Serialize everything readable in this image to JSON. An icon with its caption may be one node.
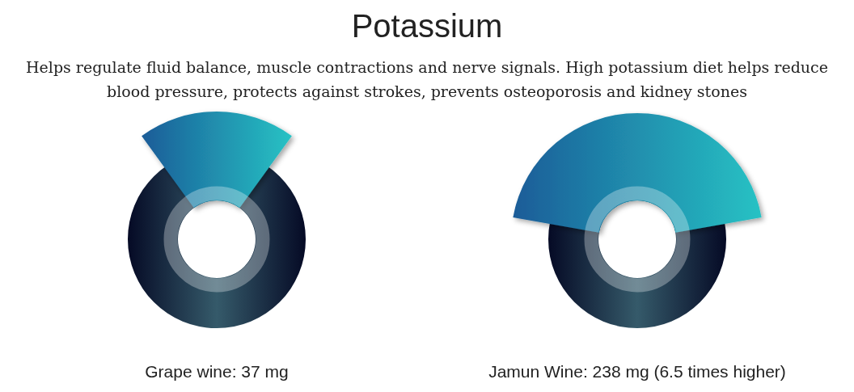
{
  "diagram": {
    "title": "Potassium",
    "labels": [
      "Helps regulate fluid balance, muscle contractions and nerve signals. High potassium diet helps reduce blood pressure, protects against strokes, prevents osteoporosis and kidney stones",
      "Grape wine: 37 mg",
      "Jamun Wine: 238 mg (6.5 times higher)"
    ]
  }
}
